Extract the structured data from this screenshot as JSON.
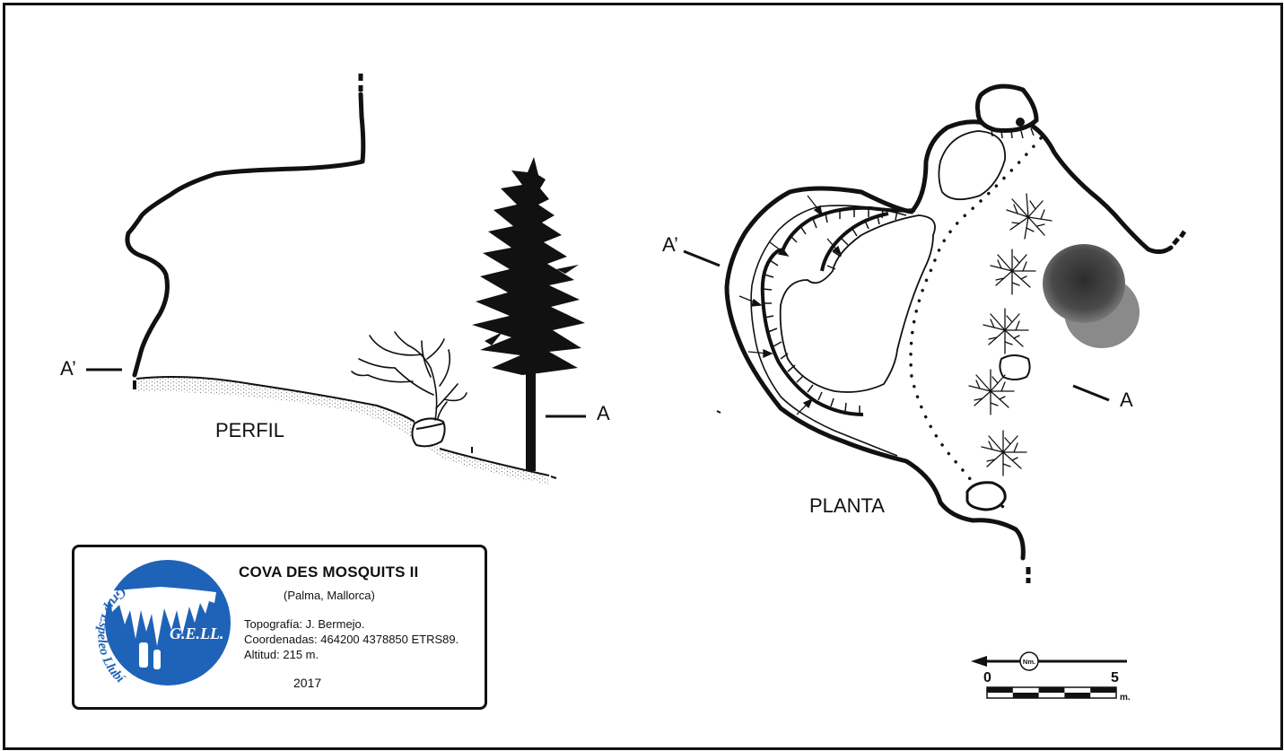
{
  "labels": {
    "section_a_prime_left": "A’",
    "section_a_left": "A",
    "profile_title": "PERFIL",
    "section_a_prime_right": "A’",
    "section_a_right": "A",
    "plan_title": "PLANTA"
  },
  "cartouche": {
    "title": "COVA DES MOSQUITS II",
    "location": "(Palma, Mallorca)",
    "topography": "Topografía: J. Bermejo.",
    "coordinates": "Coordenadas: 464200 4378850  ETRS89.",
    "altitude": "Altitud: 215 m.",
    "year": "2017",
    "logo_initials": "G.E.LL.",
    "logo_ring_text": "Grup Espeleo Llubí",
    "logo_color": "#1f63b8"
  },
  "scale_bar": {
    "north_label": "Nm.",
    "start": "0",
    "end": "5",
    "unit": "m."
  },
  "colors": {
    "ink": "#111111",
    "sediment": "#9a9a9a",
    "bush": "#3a3a3a"
  }
}
